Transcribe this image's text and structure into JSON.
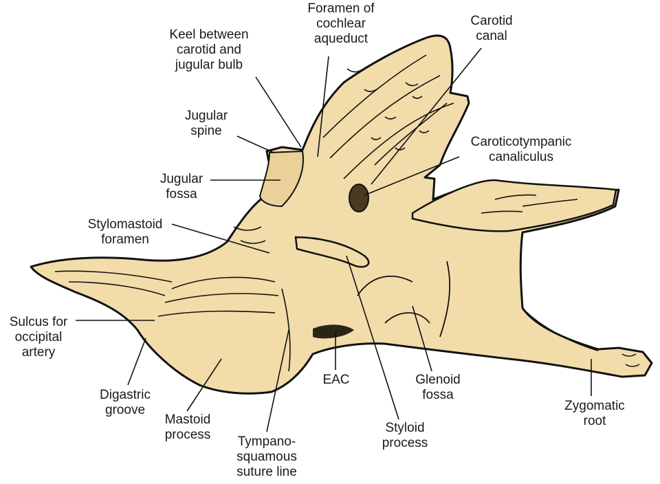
{
  "colors": {
    "bone_fill": "#f2dcaa",
    "outline": "#111111",
    "background": "#ffffff"
  },
  "labels": {
    "foramen_cochlear": "Foramen of\ncochlear\naqueduct",
    "carotid_canal": "Carotid\ncanal",
    "keel": "Keel between\ncarotid and\njugular bulb",
    "jugular_spine": "Jugular\nspine",
    "caroticotympanic": "Caroticotympanic\ncanaliculus",
    "jugular_fossa": "Jugular\nfossa",
    "stylomastoid": "Stylomastoid\nforamen",
    "sulcus": "Sulcus for\noccipital\nartery",
    "digastric": "Digastric\ngroove",
    "mastoid": "Mastoid\nprocess",
    "tympano": "Tympano-\nsquamous\nsuture line",
    "eac": "EAC",
    "glenoid": "Glenoid\nfossa",
    "styloid": "Styloid\nprocess",
    "zygomatic": "Zygomatic\nroot"
  }
}
